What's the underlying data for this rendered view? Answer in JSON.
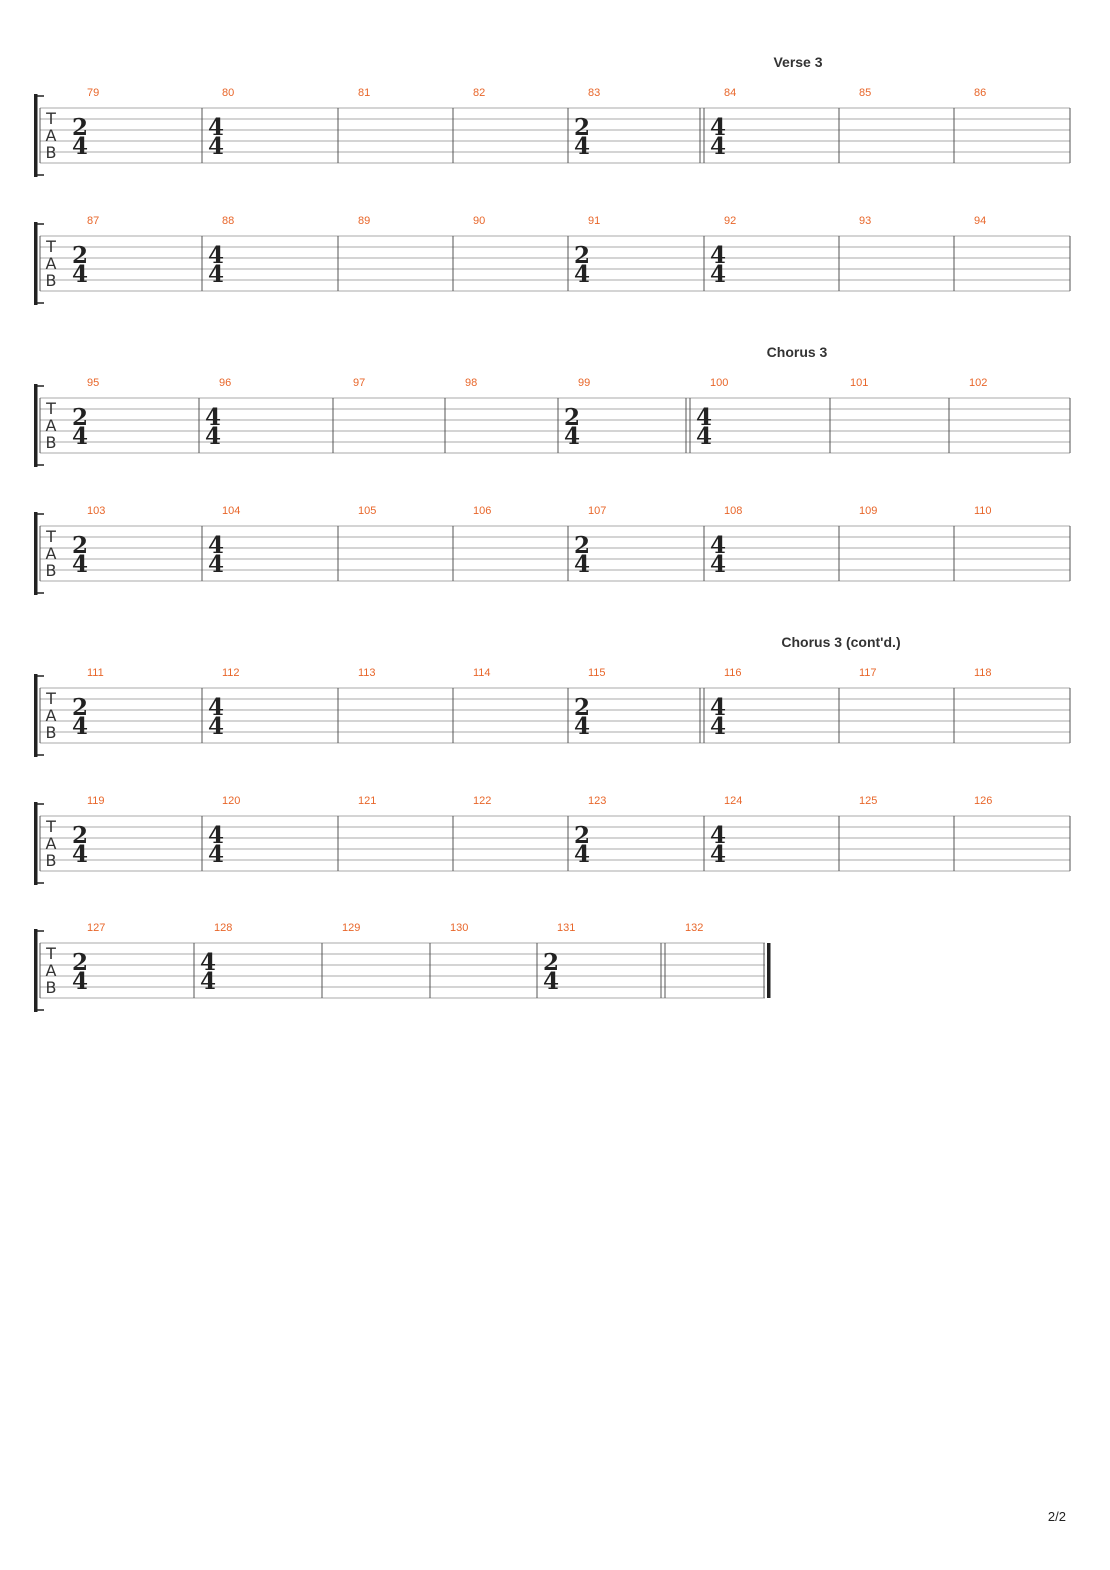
{
  "page": {
    "number": "2/2"
  },
  "tab_letters": [
    "T",
    "A",
    "B"
  ],
  "colors": {
    "measure_number": "#e8662a",
    "staff_line": "#a8a8a8",
    "bar_line": "#555555",
    "text": "#333333"
  },
  "systems": [
    {
      "section": "Verse 3",
      "measures": [
        {
          "number": "79",
          "time": [
            "2",
            "4"
          ]
        },
        {
          "number": "80",
          "time": [
            "4",
            "4"
          ]
        },
        {
          "number": "81"
        },
        {
          "number": "82"
        },
        {
          "number": "83",
          "time": [
            "2",
            "4"
          ]
        },
        {
          "number": "84",
          "time": [
            "4",
            "4"
          ],
          "double_before": true
        },
        {
          "number": "85"
        },
        {
          "number": "86"
        }
      ]
    },
    {
      "section": "",
      "measures": [
        {
          "number": "87",
          "time": [
            "2",
            "4"
          ]
        },
        {
          "number": "88",
          "time": [
            "4",
            "4"
          ]
        },
        {
          "number": "89"
        },
        {
          "number": "90"
        },
        {
          "number": "91",
          "time": [
            "2",
            "4"
          ]
        },
        {
          "number": "92",
          "time": [
            "4",
            "4"
          ]
        },
        {
          "number": "93"
        },
        {
          "number": "94"
        }
      ]
    },
    {
      "section": "Chorus 3",
      "measures": [
        {
          "number": "95",
          "time": [
            "2",
            "4"
          ]
        },
        {
          "number": "96",
          "time": [
            "4",
            "4"
          ]
        },
        {
          "number": "97"
        },
        {
          "number": "98"
        },
        {
          "number": "99",
          "time": [
            "2",
            "4"
          ]
        },
        {
          "number": "100",
          "time": [
            "4",
            "4"
          ],
          "double_before": true
        },
        {
          "number": "101"
        },
        {
          "number": "102"
        }
      ]
    },
    {
      "section": "",
      "measures": [
        {
          "number": "103",
          "time": [
            "2",
            "4"
          ]
        },
        {
          "number": "104",
          "time": [
            "4",
            "4"
          ]
        },
        {
          "number": "105"
        },
        {
          "number": "106"
        },
        {
          "number": "107",
          "time": [
            "2",
            "4"
          ]
        },
        {
          "number": "108",
          "time": [
            "4",
            "4"
          ]
        },
        {
          "number": "109"
        },
        {
          "number": "110"
        }
      ]
    },
    {
      "section": "Chorus 3 (cont'd.)",
      "measures": [
        {
          "number": "111",
          "time": [
            "2",
            "4"
          ]
        },
        {
          "number": "112",
          "time": [
            "4",
            "4"
          ]
        },
        {
          "number": "113"
        },
        {
          "number": "114"
        },
        {
          "number": "115",
          "time": [
            "2",
            "4"
          ]
        },
        {
          "number": "116",
          "time": [
            "4",
            "4"
          ],
          "double_before": true
        },
        {
          "number": "117"
        },
        {
          "number": "118"
        }
      ]
    },
    {
      "section": "",
      "measures": [
        {
          "number": "119",
          "time": [
            "2",
            "4"
          ]
        },
        {
          "number": "120",
          "time": [
            "4",
            "4"
          ]
        },
        {
          "number": "121"
        },
        {
          "number": "122"
        },
        {
          "number": "123",
          "time": [
            "2",
            "4"
          ]
        },
        {
          "number": "124",
          "time": [
            "4",
            "4"
          ]
        },
        {
          "number": "125"
        },
        {
          "number": "126"
        }
      ]
    },
    {
      "section": "",
      "final": true,
      "measures": [
        {
          "number": "127",
          "time": [
            "2",
            "4"
          ]
        },
        {
          "number": "128",
          "time": [
            "4",
            "4"
          ]
        },
        {
          "number": "129"
        },
        {
          "number": "130"
        },
        {
          "number": "131",
          "time": [
            "2",
            "4"
          ]
        },
        {
          "number": "132",
          "double_before": true
        }
      ]
    }
  ]
}
